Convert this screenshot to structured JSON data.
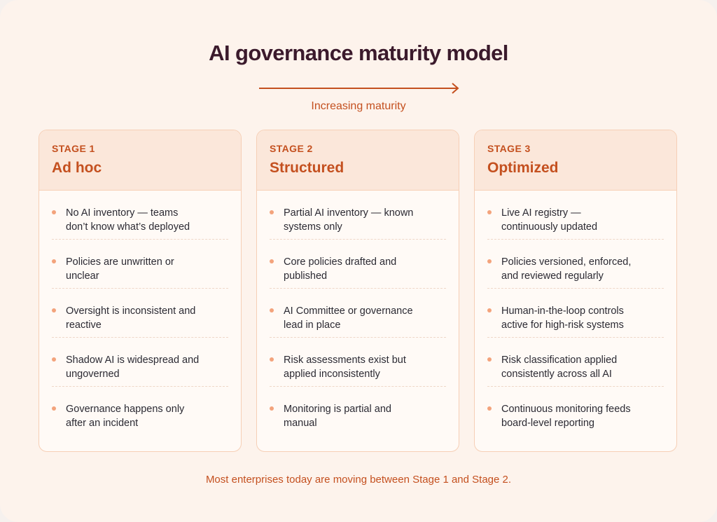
{
  "title": "AI governance maturity model",
  "arrow_caption": "Increasing maturity",
  "colors": {
    "accent": "#c4501f",
    "title": "#3b1a2c",
    "card_head": "#fbe7da",
    "bullet": "#f3a37c"
  },
  "stages": [
    {
      "number": "STAGE 1",
      "name": "Ad hoc",
      "items": [
        {
          "line1": "No AI inventory — teams",
          "line2": "don’t know what’s deployed"
        },
        {
          "line1": "Policies are unwritten or",
          "line2": "unclear"
        },
        {
          "line1": "Oversight is inconsistent and",
          "line2": "reactive"
        },
        {
          "line1": "Shadow AI is widespread and",
          "line2": "ungoverned"
        },
        {
          "line1": "Governance happens only",
          "line2": "after an incident"
        }
      ]
    },
    {
      "number": "STAGE 2",
      "name": "Structured",
      "items": [
        {
          "line1": "Partial AI inventory — known",
          "line2": "systems only"
        },
        {
          "line1": "Core policies drafted and",
          "line2": "published"
        },
        {
          "line1": "AI Committee or governance",
          "line2": "lead in place"
        },
        {
          "line1": "Risk assessments exist but",
          "line2": "applied inconsistently"
        },
        {
          "line1": "Monitoring is partial and",
          "line2": "manual"
        }
      ]
    },
    {
      "number": "STAGE 3",
      "name": "Optimized",
      "items": [
        {
          "line1": "Live AI registry —",
          "line2": "continuously updated"
        },
        {
          "line1": "Policies versioned, enforced,",
          "line2": "and reviewed regularly"
        },
        {
          "line1": "Human-in-the-loop controls",
          "line2": "active for high-risk systems"
        },
        {
          "line1": "Risk classification applied",
          "line2": "consistently across all AI"
        },
        {
          "line1": "Continuous monitoring feeds",
          "line2": "board-level reporting"
        }
      ]
    }
  ],
  "footnote": "Most enterprises today are moving between Stage 1 and Stage 2."
}
